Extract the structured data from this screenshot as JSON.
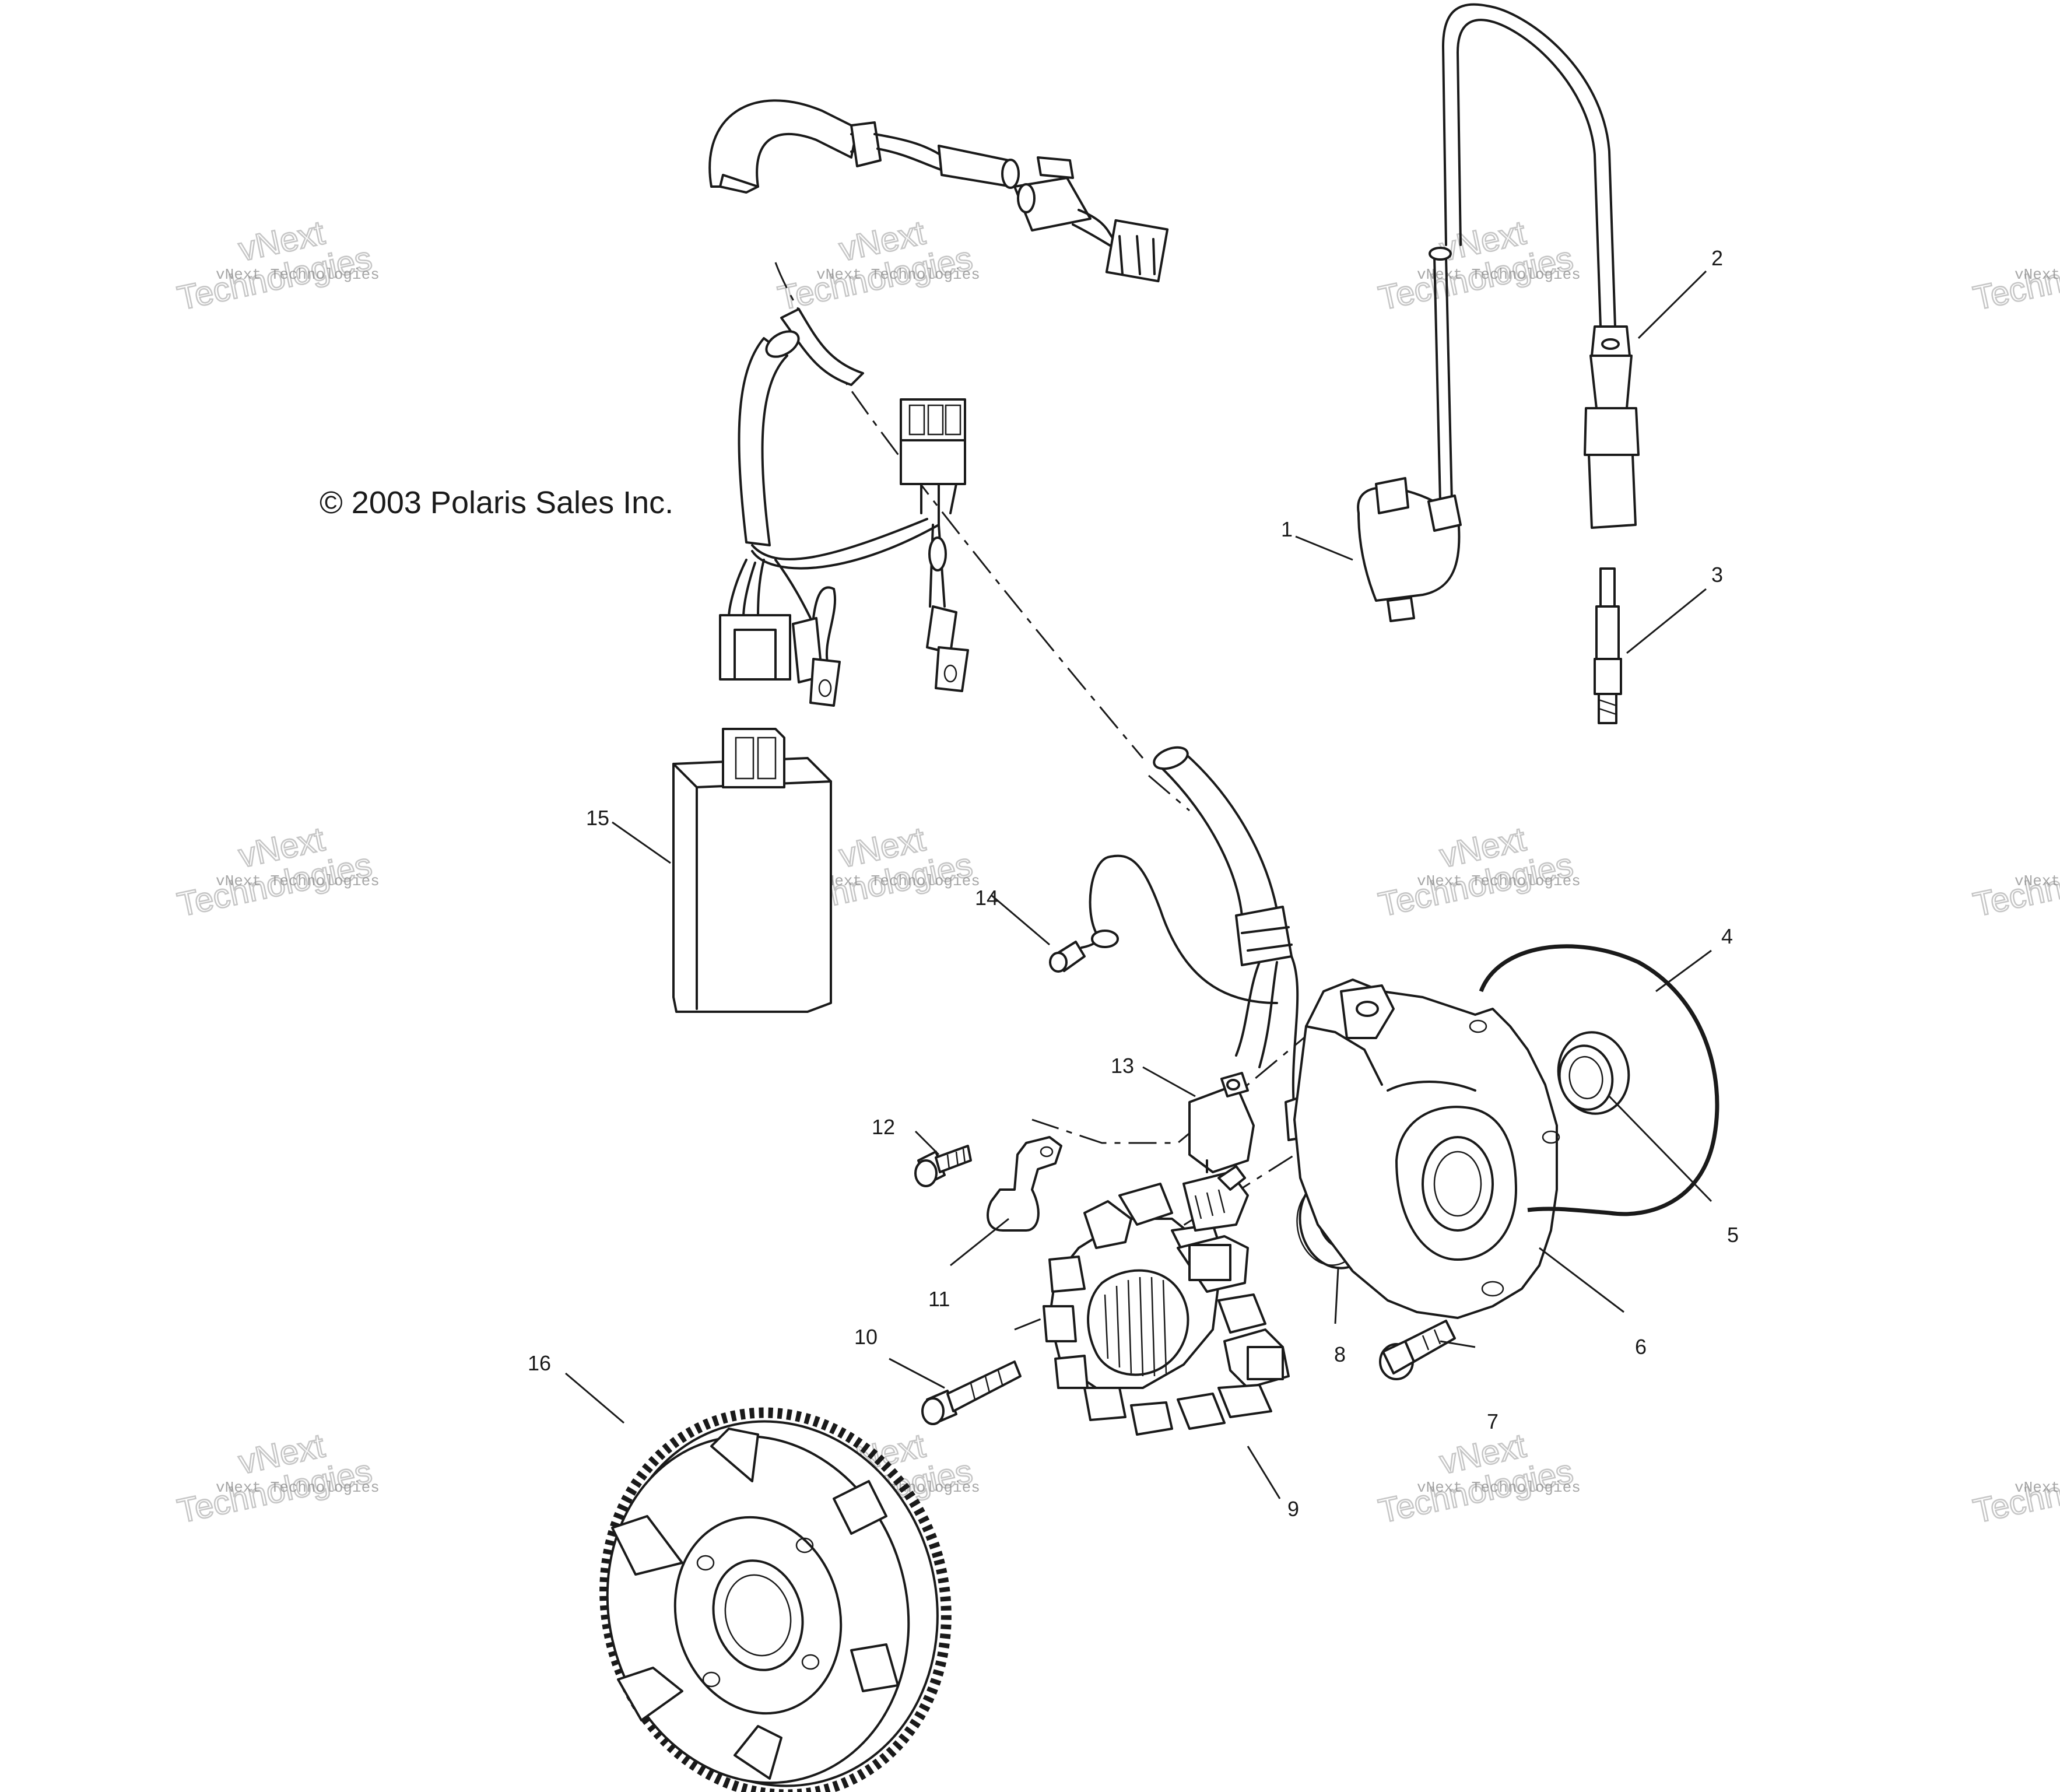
{
  "copyright": "© 2003 Polaris Sales Inc.",
  "watermark": {
    "line1": "vNext Technologies",
    "line2": "vNext",
    "line3": "Technologies"
  },
  "callouts": [
    "1",
    "2",
    "3",
    "4",
    "5",
    "6",
    "7",
    "8",
    "9",
    "10",
    "11",
    "12",
    "13",
    "14",
    "15",
    "16"
  ],
  "colors": {
    "ink": "#1a1a1a",
    "paper": "#ffffff",
    "watermark": "#b8b8b8"
  }
}
